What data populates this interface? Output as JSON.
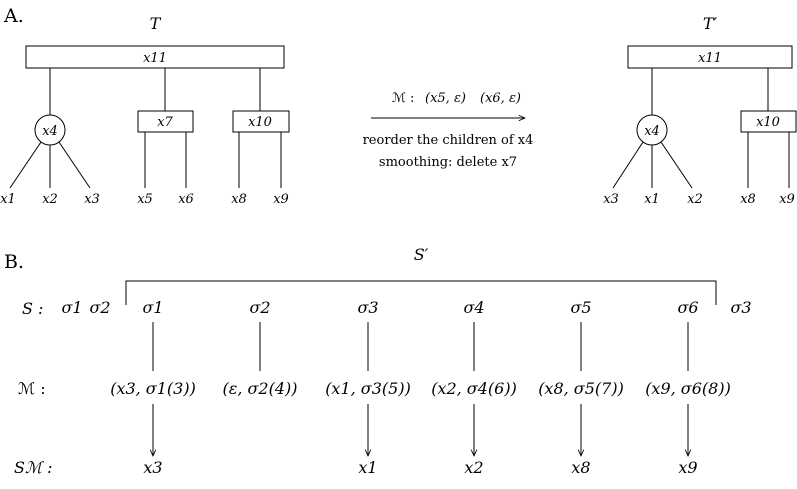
{
  "panel_a": {
    "label": "A.",
    "tree_left": {
      "title": "T",
      "root": "x11",
      "circle_node": "x4",
      "circle_leaves": [
        "x1",
        "x2",
        "x3"
      ],
      "box_node_1": "x7",
      "box_node_1_leaves": [
        "x5",
        "x6"
      ],
      "box_node_2": "x10",
      "box_node_2_leaves": [
        "x8",
        "x9"
      ]
    },
    "tree_right": {
      "title": "T′",
      "root": "x11",
      "circle_node": "x4",
      "circle_leaves": [
        "x3",
        "x1",
        "x2"
      ],
      "box_node": "x10",
      "box_node_leaves": [
        "x8",
        "x9"
      ]
    },
    "arrow": {
      "mapping_label": "ℳ :",
      "pairs": [
        "(x5, ε)",
        "(x6, ε)"
      ],
      "line_1": "reorder the children of x4",
      "line_2": "smoothing: delete x7"
    }
  },
  "panel_b": {
    "label": "B.",
    "bracket_label": "S′",
    "row_s": {
      "label": "S :",
      "prefix": [
        "σ1",
        "σ2"
      ],
      "items": [
        "σ1",
        "σ2",
        "σ3",
        "σ4",
        "σ5",
        "σ6"
      ],
      "suffix": [
        "σ3"
      ]
    },
    "row_m": {
      "label": "ℳ :",
      "items": [
        "(x3, σ1(3))",
        "(ε, σ2(4))",
        "(x1, σ3(5))",
        "(x2, σ4(6))",
        "(x8, σ5(7))",
        "(x9, σ6(8))"
      ]
    },
    "row_sm": {
      "label": "Sℳ :",
      "items": [
        "x3",
        "",
        "x1",
        "x2",
        "x8",
        "x9"
      ]
    }
  }
}
